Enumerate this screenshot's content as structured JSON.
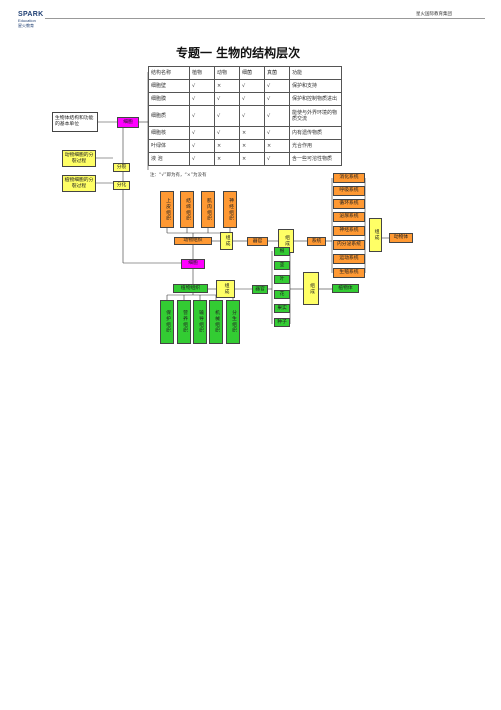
{
  "header": {
    "logo": "SPARK",
    "logo_sub1": "Education",
    "logo_sub2": "星火教育",
    "right": "星火国际教育集团"
  },
  "title": "专题一  生物的结构层次",
  "table": {
    "headers": [
      "结构名称",
      "植物",
      "动物",
      "细菌",
      "真菌",
      "功能"
    ],
    "rows": [
      [
        "细胞壁",
        "√",
        "×",
        "√",
        "√",
        "保护和支持"
      ],
      [
        "细胞膜",
        "√",
        "√",
        "√",
        "√",
        "保护和控制物质进出"
      ],
      [
        "细胞质",
        "√",
        "√",
        "√",
        "√",
        "能使与外界环境的物质交流"
      ],
      [
        "细胞核",
        "√",
        "√",
        "×",
        "√",
        "内有遗传物质"
      ],
      [
        "叶绿体",
        "√",
        "×",
        "×",
        "×",
        "光合作用"
      ],
      [
        "液  泡",
        "√",
        "×",
        "×",
        "√",
        "含一些可溶性物质"
      ]
    ],
    "note": "注：“√”即为有，“×”为没有"
  },
  "diagram": {
    "cell_unit": "生物体结构和功能的基本单位",
    "cell": "细胞",
    "animal_div": "动物细胞的分裂过程",
    "plant_div": "植物细胞的分裂过程",
    "split": "分裂",
    "diff": "分化",
    "animal_tissues": [
      "上皮组织",
      "结缔组织",
      "肌肉组织",
      "神经组织"
    ],
    "animal_tissue": "动物组织",
    "compose1": "组成",
    "organ_a": "器官",
    "compose2": "组成",
    "system": "系统",
    "compose3": "组成",
    "animal_body": "动物体",
    "systems": [
      "消化系统",
      "呼吸系统",
      "循环系统",
      "泌尿系统",
      "神经系统",
      "内分泌系统",
      "运动系统",
      "生殖系统"
    ],
    "cell_mid": "细胞",
    "plant_tissue": "植物组织",
    "plant_tissues": [
      "保护组织",
      "营养组织",
      "输导组织",
      "机械组织",
      "分生组织"
    ],
    "compose4": "组成",
    "organ_p": "器官",
    "plant_organs": [
      "根",
      "茎",
      "叶",
      "花",
      "果实",
      "种子"
    ],
    "compose5": "组成",
    "plant_body": "植物体"
  }
}
